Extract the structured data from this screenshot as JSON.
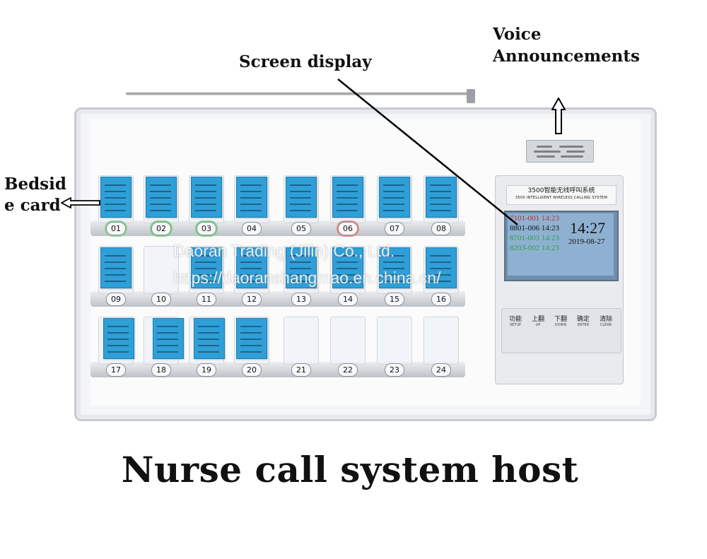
{
  "labels": {
    "screen_display": "Screen display",
    "voice_line1": "Voice",
    "voice_line2": "Announcements",
    "bedside_line1": "Bedsid",
    "bedside_line2": "e card"
  },
  "caption": "Nurse call system host",
  "device": {
    "model_cn": "3500智能无线呼叫系统",
    "model_en": "3500 INTELLIGENT WIRELESS CALLING SYSTEM",
    "bed_numbers": [
      "01",
      "02",
      "03",
      "04",
      "05",
      "06",
      "07",
      "08",
      "09",
      "10",
      "11",
      "12",
      "13",
      "14",
      "15",
      "16",
      "17",
      "18",
      "19",
      "20",
      "21",
      "22",
      "23",
      "24"
    ],
    "screen": {
      "lines": [
        {
          "text": "7101-001 14:23",
          "color": "#b0322e"
        },
        {
          "text": "8801-006 14:23",
          "color": "#111111"
        },
        {
          "text": "8701-003 14:23",
          "color": "#2e9d4a"
        },
        {
          "text": "8203-002 14:23",
          "color": "#2e9d4a"
        }
      ],
      "time": "14:27",
      "date": "2019-08-27"
    },
    "keys": [
      {
        "cn": "功能",
        "en": "SETUP"
      },
      {
        "cn": "上翻",
        "en": "UP"
      },
      {
        "cn": "下翻",
        "en": "DOWN"
      },
      {
        "cn": "确定",
        "en": "ENTER"
      },
      {
        "cn": "清除",
        "en": "CLEAR"
      }
    ]
  },
  "watermark": {
    "line1": "Daoran Trading (Jilin) Co., Ltd.",
    "line2": "https://daoranshangmao.en.china.cn/"
  }
}
